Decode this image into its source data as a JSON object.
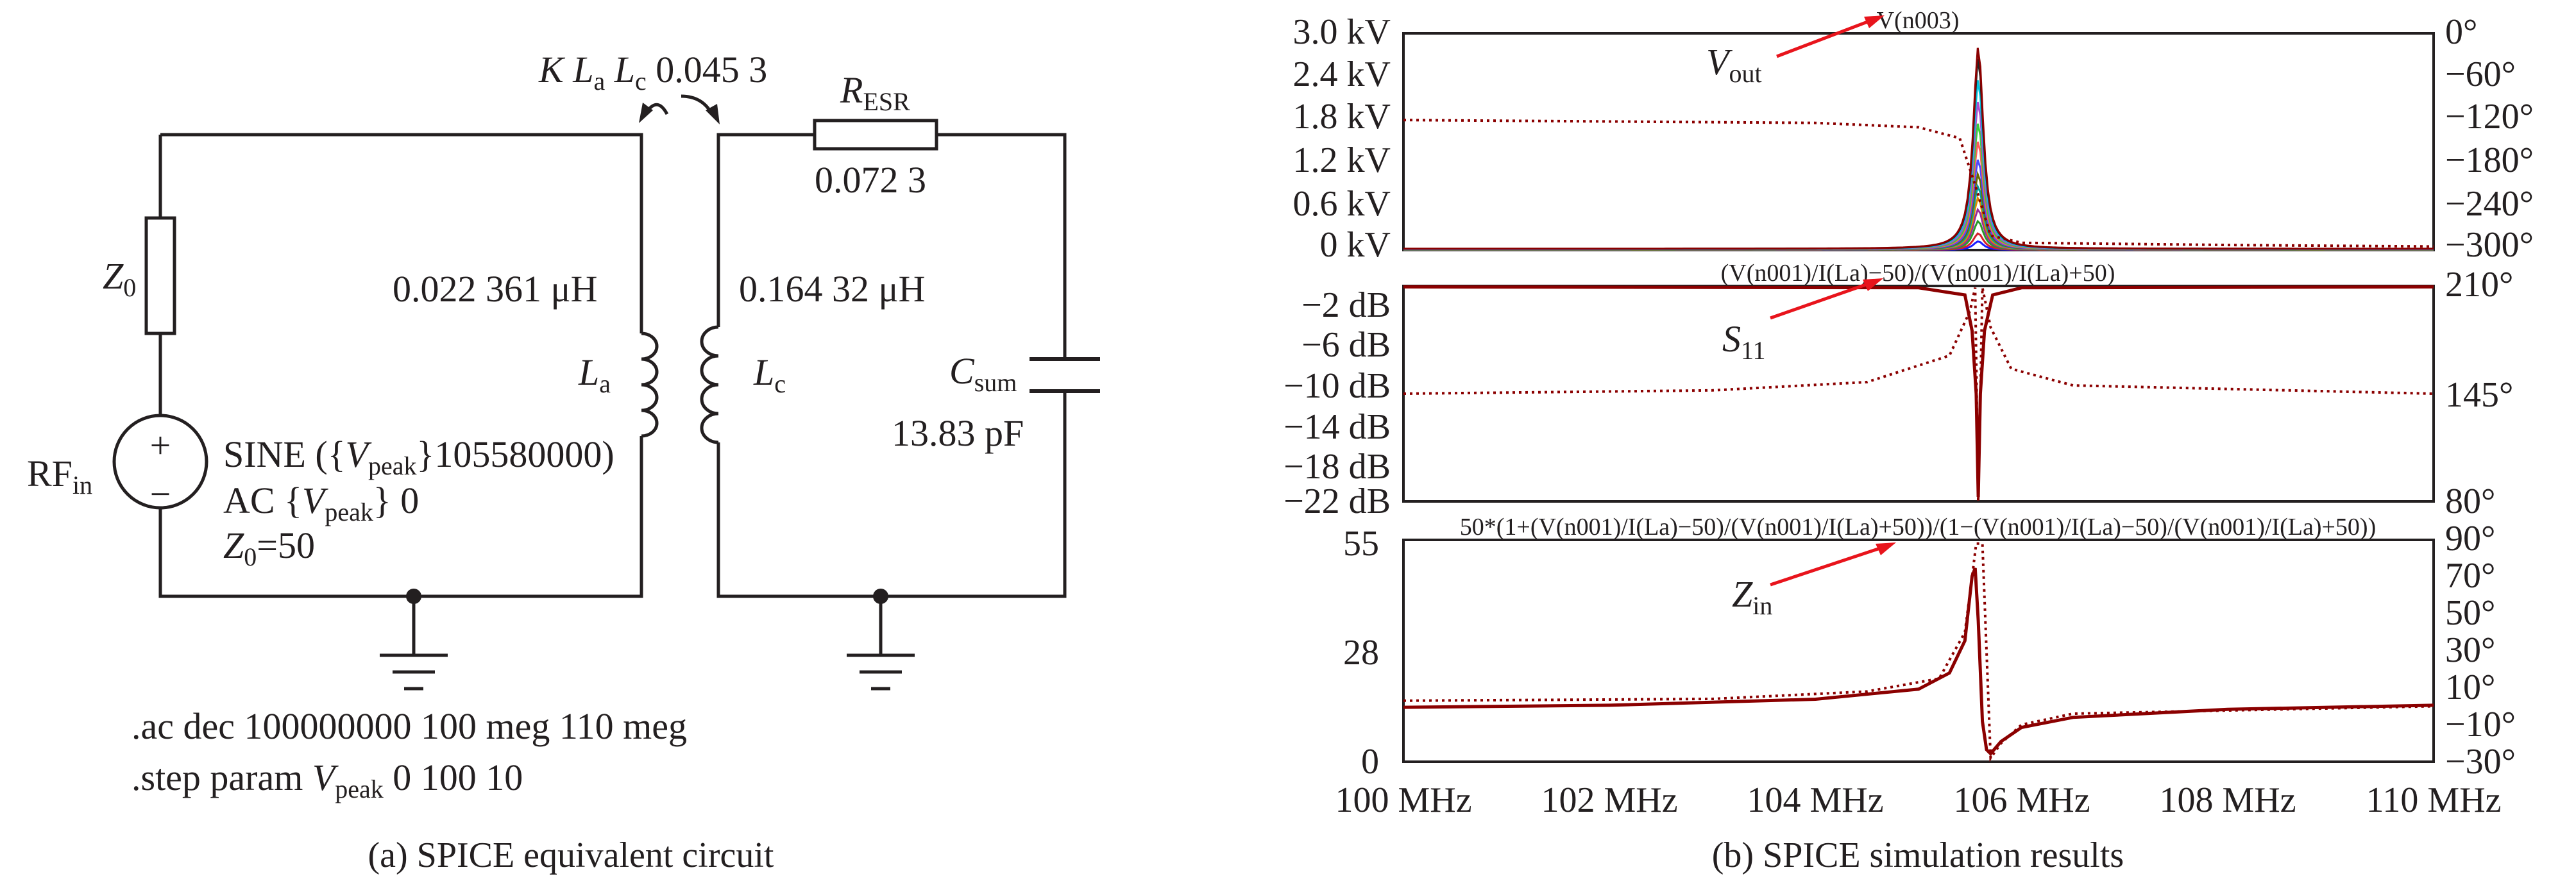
{
  "circuit": {
    "coupling": {
      "k": "K",
      "la": "L",
      "la_sub": "a",
      "lc": "L",
      "lc_sub": "c",
      "value": "0.045 3"
    },
    "resr": {
      "sym": "R",
      "sub": "ESR",
      "value": "0.072 3"
    },
    "z0": {
      "sym": "Z",
      "sub": "0"
    },
    "la": {
      "sym": "L",
      "sub": "a",
      "value": "0.022 361 μH"
    },
    "lc": {
      "sym": "L",
      "sub": "c",
      "value": "0.164 32 μH"
    },
    "csum": {
      "sym": "C",
      "sub": "sum",
      "value": "13.83 pF"
    },
    "rf": {
      "sym": "RF",
      "sub": "in",
      "plus": "+",
      "minus": "−"
    },
    "src": {
      "line1_a": "SINE ({",
      "line1_v": "V",
      "line1_sub": "peak",
      "line1_b": "}105580000)",
      "line2_a": "AC {",
      "line2_v": "V",
      "line2_sub": "peak",
      "line2_b": "} 0",
      "line3_z": "Z",
      "line3_sub": "0",
      "line3_b": "=50"
    },
    "ac_cmd": ".ac dec 100000000 100 meg 110 meg",
    "step_a": ".step param ",
    "step_v": "V",
    "step_sub": "peak",
    "step_b": " 0 100 10",
    "caption": "(a) SPICE equivalent circuit"
  },
  "colors": {
    "ink": "#231f20",
    "dark_red": "#8b0000",
    "pointer": "#e8141c"
  },
  "chart_data": [
    {
      "type": "line",
      "title": "V(n003)",
      "ylabel_ticks": [
        "3.0 kV",
        "2.4 kV",
        "1.8 kV",
        "1.2 kV",
        "0.6 kV",
        "0 kV"
      ],
      "y2_ticks": [
        "0°",
        "−60°",
        "−120°",
        "−180°",
        "−240°",
        "−300°"
      ],
      "ylim": [
        0,
        3000
      ],
      "y2lim": [
        -300,
        0
      ],
      "xlim": [
        100,
        110
      ],
      "annotation": {
        "sym": "V",
        "sub": "out"
      },
      "resonance_mhz": 105.58,
      "peak_magnitudes_v": [
        120,
        230,
        400,
        560,
        720,
        880,
        1050,
        1250,
        1500,
        1750,
        2050,
        2350,
        2650,
        2800
      ],
      "series_colors": [
        "#1a1aff",
        "#d4202a",
        "#2a9a2a",
        "#9a2a9a",
        "#e08a00",
        "#00a0a0",
        "#6a6a00",
        "#4a4aff",
        "#ff5a5a",
        "#3acf3a",
        "#b04ad0",
        "#00c4e0",
        "#222222",
        "#8b0000"
      ],
      "phase_points": [
        [
          100,
          -120
        ],
        [
          104,
          -124
        ],
        [
          105,
          -130
        ],
        [
          105.4,
          -145
        ],
        [
          105.55,
          -210
        ],
        [
          105.7,
          -280
        ],
        [
          106,
          -290
        ],
        [
          108,
          -293
        ],
        [
          110,
          -295
        ]
      ]
    },
    {
      "type": "line",
      "title": "(V(n001)/I(La)−50)/(V(n001)/I(La)+50)",
      "ylabel_ticks": [
        "−2 dB",
        "−6 dB",
        "−10 dB",
        "−14 dB",
        "−18 dB",
        "−22 dB"
      ],
      "y2_ticks": [
        "210°",
        "145°",
        "80°"
      ],
      "ylim": [
        -24,
        0
      ],
      "y2lim": [
        80,
        210
      ],
      "xlim": [
        100,
        110
      ],
      "annotation": {
        "sym": "S",
        "sub": "11"
      },
      "magnitude_points": [
        [
          100,
          -0.1
        ],
        [
          105,
          -0.2
        ],
        [
          105.45,
          -1
        ],
        [
          105.52,
          -5
        ],
        [
          105.56,
          -12
        ],
        [
          105.58,
          -23.5
        ],
        [
          105.6,
          -12
        ],
        [
          105.64,
          -5
        ],
        [
          105.72,
          -1
        ],
        [
          106,
          -0.2
        ],
        [
          110,
          -0.1
        ]
      ],
      "phase_points": [
        [
          100,
          145
        ],
        [
          103,
          147
        ],
        [
          104.5,
          152
        ],
        [
          105.3,
          168
        ],
        [
          105.5,
          195
        ],
        [
          105.55,
          209
        ],
        [
          105.58,
          80
        ],
        [
          105.62,
          209
        ],
        [
          105.7,
          185
        ],
        [
          105.9,
          160
        ],
        [
          106.5,
          150
        ],
        [
          110,
          145
        ]
      ]
    },
    {
      "type": "line",
      "title": "50*(1+(V(n001)/I(La)−50)/(V(n001)/I(La)+50))/(1−(V(n001)/I(La)−50)/(V(n001)/I(La)+50))",
      "ylabel_ticks": [
        "55",
        "28",
        "0"
      ],
      "y2_ticks": [
        "90°",
        "70°",
        "50°",
        "30°",
        "10°",
        "−10°",
        "−30°"
      ],
      "ylim": [
        0,
        55
      ],
      "y2lim": [
        -30,
        90
      ],
      "xlim": [
        100,
        110
      ],
      "x_ticks": [
        "100 MHz",
        "102 MHz",
        "104 MHz",
        "106 MHz",
        "108 MHz",
        "110 MHz"
      ],
      "annotation": {
        "sym": "Z",
        "sub": "in"
      },
      "magnitude_points": [
        [
          100,
          13.5
        ],
        [
          102,
          14
        ],
        [
          104,
          15.5
        ],
        [
          105,
          18
        ],
        [
          105.3,
          22
        ],
        [
          105.45,
          30
        ],
        [
          105.52,
          46
        ],
        [
          105.55,
          48
        ],
        [
          105.58,
          35
        ],
        [
          105.62,
          10
        ],
        [
          105.66,
          3
        ],
        [
          105.7,
          2
        ],
        [
          105.8,
          5
        ],
        [
          106,
          8.5
        ],
        [
          106.5,
          11
        ],
        [
          108,
          13
        ],
        [
          110,
          14
        ]
      ],
      "phase_points": [
        [
          100,
          3
        ],
        [
          103,
          4
        ],
        [
          104.5,
          8
        ],
        [
          105.2,
          15
        ],
        [
          105.45,
          40
        ],
        [
          105.52,
          70
        ],
        [
          105.56,
          88
        ],
        [
          105.62,
          88
        ],
        [
          105.66,
          30
        ],
        [
          105.7,
          -28
        ],
        [
          105.8,
          -20
        ],
        [
          106,
          -10
        ],
        [
          106.5,
          -4
        ],
        [
          110,
          0
        ]
      ]
    }
  ],
  "results_caption": "(b) SPICE simulation results"
}
